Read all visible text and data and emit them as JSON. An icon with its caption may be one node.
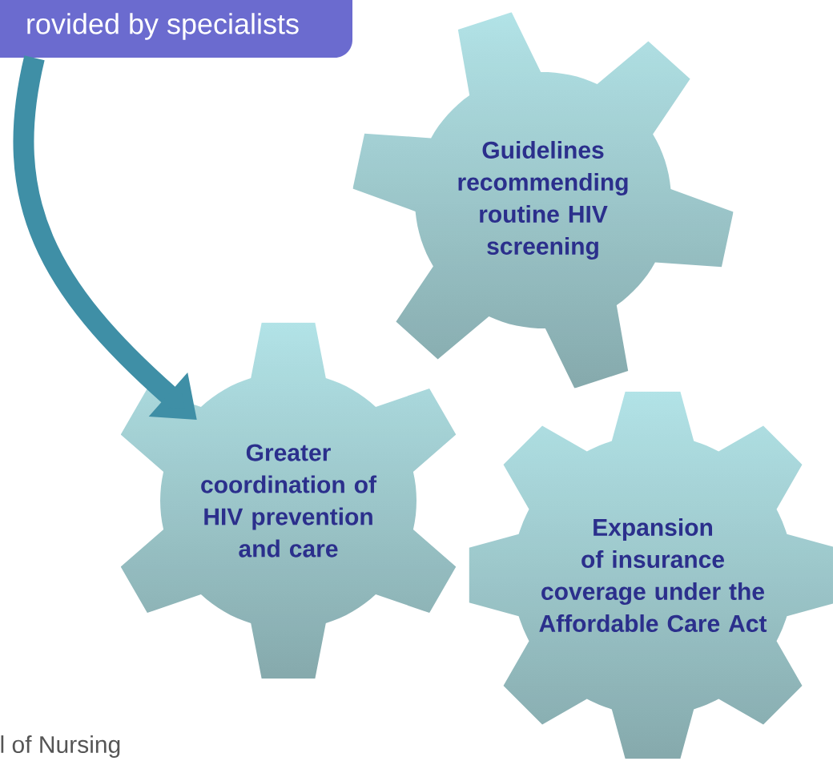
{
  "diagram": {
    "nodes": [
      {
        "text": [
          "rovided by specialists"
        ]
      },
      {
        "text": [
          "Guidelines recommending routine HIV screening"
        ]
      },
      {
        "text": [
          "Greater coordination of HIV prevention and care"
        ]
      },
      {
        "text": [
          "Expansion of insurance coverage under the Affordable Care Act"
        ]
      }
    ],
    "edges": [
      {
        "from": 0,
        "to": 2,
        "arrow": "to"
      }
    ],
    "labels": [
      "l of Nursing"
    ]
  }
}
